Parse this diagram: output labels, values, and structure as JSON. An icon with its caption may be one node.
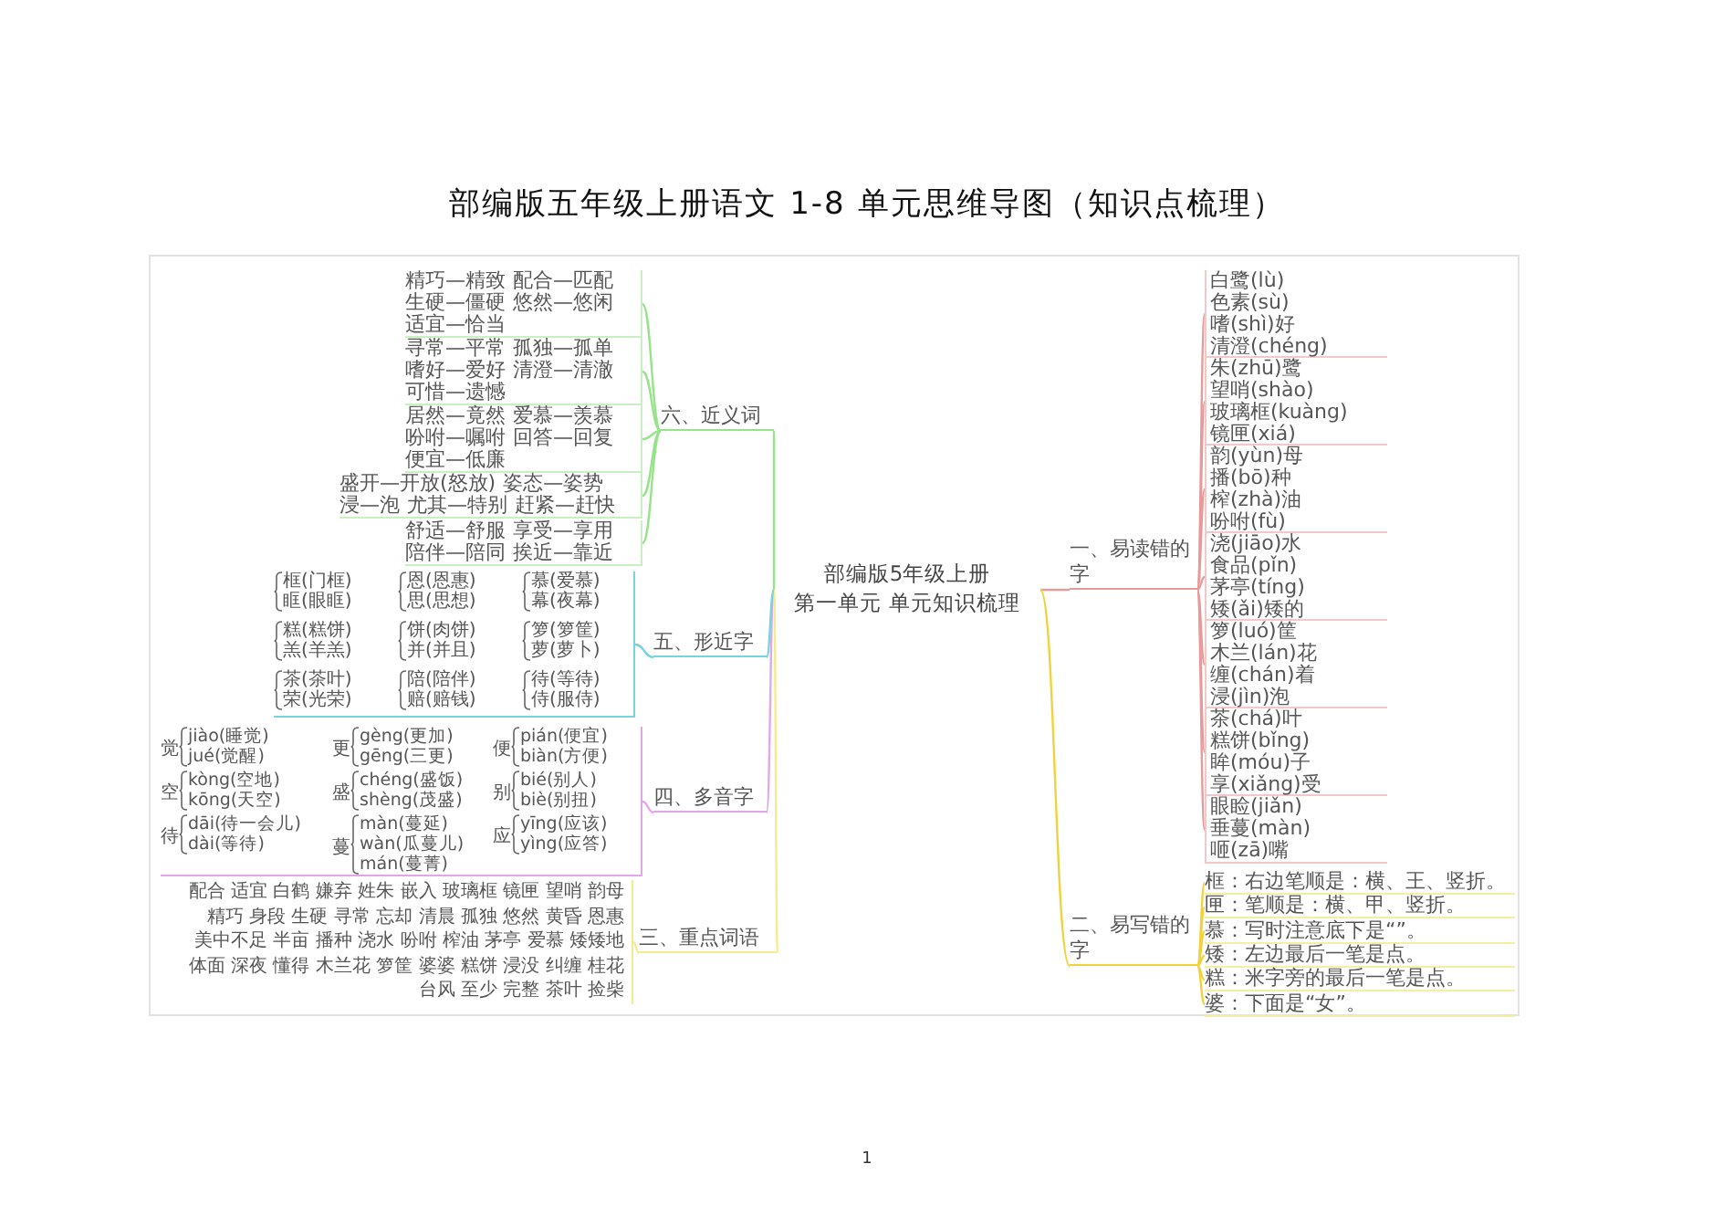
{
  "diagram": {
    "title": "部编版五年级上册语文 1-8 单元思维导图（知识点梳理）",
    "nodes": [
      {
        "text": [
          "部编版5年级上册",
          "第一单元 单元知识梳理"
        ]
      },
      {
        "text": [
          "一、易读错的字"
        ]
      },
      {
        "text": [
          "二、易写错的字"
        ]
      },
      {
        "text": [
          "三、重点词语"
        ]
      },
      {
        "text": [
          "四、多音字"
        ]
      },
      {
        "text": [
          "五、形近字"
        ]
      },
      {
        "text": [
          "六、近义词"
        ]
      },
      {
        "text": [
          "白鹭(lù)",
          "色素(sù)",
          "嗜(shì)好",
          "清澄(chéng)"
        ]
      },
      {
        "text": [
          "朱(zhū)鹭",
          "望哨(shào)",
          "玻璃框(kuàng)",
          "镜匣(xiá)"
        ]
      },
      {
        "text": [
          "韵(yùn)母",
          "播(bō)种",
          "榨(zhà)油",
          "吩咐(fù)"
        ]
      },
      {
        "text": [
          "浇(jiāo)水",
          "食品(pǐn)",
          "茅亭(tíng)",
          "矮(ǎi)矮的"
        ]
      },
      {
        "text": [
          "箩(luó)筐",
          "木兰(lán)花",
          "缠(chán)着",
          "浸(jìn)泡"
        ]
      },
      {
        "text": [
          "茶(chá)叶",
          "糕饼(bǐng)",
          "眸(móu)子",
          "享(xiǎng)受"
        ]
      },
      {
        "text": [
          "眼睑(jiǎn)",
          "垂蔓(màn)",
          "咂(zā)嘴"
        ]
      },
      {
        "text": [
          "框：右边笔顺是：横、王、竖折。"
        ]
      },
      {
        "text": [
          "匣：笔顺是：横、甲、竖折。"
        ]
      },
      {
        "text": [
          "慕：写时注意底下是“”。"
        ]
      },
      {
        "text": [
          "矮：左边最后一笔是点。"
        ]
      },
      {
        "text": [
          "糕：米字旁的最后一笔是点。"
        ]
      },
      {
        "text": [
          "婆：下面是“女”。"
        ]
      },
      {
        "text": [
          "配合 适宜 白鹤 嫌弃 姓朱 嵌入 玻璃框 镜匣 望哨 韵母",
          "精巧 身段 生硬 寻常 忘却 清晨 孤独 悠然 黄昏 恩惠",
          "美中不足 半亩 播种 浇水 吩咐 榨油 茅亭 爱慕 矮矮地",
          "体面 深夜 懂得 木兰花 箩筐 婆婆 糕饼 浸没 纠缠 桂花",
          "台风 至少 完整 茶叶 捡柴"
        ]
      },
      {
        "text": [],
        "shape": "box"
      },
      {
        "text": [
          "觉",
          "jiào(睡觉)",
          "jué(觉醒)"
        ],
        "in": 21
      },
      {
        "text": [
          "更",
          "gèng(更加)",
          "gēng(三更)"
        ],
        "in": 21
      },
      {
        "text": [
          "便",
          "pián(便宜)",
          "biàn(方便)"
        ],
        "in": 21
      },
      {
        "text": [
          "空",
          "kòng(空地)",
          "kōng(天空)"
        ],
        "in": 21
      },
      {
        "text": [
          "盛",
          "chéng(盛饭)",
          "shèng(茂盛)"
        ],
        "in": 21
      },
      {
        "text": [
          "别",
          "bié(别人)",
          "biè(别扭)"
        ],
        "in": 21
      },
      {
        "text": [
          "待",
          "dāi(待一会儿)",
          "dài(等待)"
        ],
        "in": 21
      },
      {
        "text": [
          "蔓",
          "màn(蔓延)",
          "wàn(瓜蔓儿)",
          "mán(蔓菁)"
        ],
        "in": 21
      },
      {
        "text": [
          "应",
          "yīng(应该)",
          "yìng(应答)"
        ],
        "in": 21
      },
      {
        "text": [],
        "shape": "box"
      },
      {
        "text": [
          "框(门框)",
          "眶(眼眶)"
        ],
        "in": 31
      },
      {
        "text": [
          "恩(恩惠)",
          "思(思想)"
        ],
        "in": 31
      },
      {
        "text": [
          "慕(爱慕)",
          "幕(夜幕)"
        ],
        "in": 31
      },
      {
        "text": [
          "糕(糕饼)",
          "羔(羊羔)"
        ],
        "in": 31
      },
      {
        "text": [
          "饼(肉饼)",
          "并(并且)"
        ],
        "in": 31
      },
      {
        "text": [
          "箩(箩筐)",
          "萝(萝卜)"
        ],
        "in": 31
      },
      {
        "text": [
          "茶(茶叶)",
          "荣(光荣)"
        ],
        "in": 31
      },
      {
        "text": [
          "陪(陪伴)",
          "赔(赔钱)"
        ],
        "in": 31
      },
      {
        "text": [
          "待(等待)",
          "侍(服侍)"
        ],
        "in": 31
      },
      {
        "text": [
          "精巧—精致",
          "配合—匹配",
          "生硬—僵硬",
          "悠然—悠闲",
          "适宜—恰当"
        ]
      },
      {
        "text": [
          "寻常—平常",
          "孤独—孤单",
          "嗜好—爱好",
          "清澄—清澈",
          "可惜—遗憾"
        ]
      },
      {
        "text": [
          "居然—竟然",
          "爱慕—羡慕",
          "吩咐—嘱咐",
          "回答—回复",
          "便宜—低廉"
        ]
      },
      {
        "text": [
          "盛开—开放(怒放)",
          "姿态—姿势",
          "浸—泡",
          "尤其—特别",
          "赶紧—赶快"
        ]
      },
      {
        "text": [
          "舒适—舒服",
          "享受—享用",
          "陪伴—陪同",
          "挨近—靠近"
        ]
      }
    ],
    "edges": [
      {
        "from": 0,
        "to": 1,
        "arrow": "none",
        "color": "#e89a9a"
      },
      {
        "from": 0,
        "to": 2,
        "arrow": "none",
        "color": "#f2d23c"
      },
      {
        "from": 0,
        "to": 3,
        "arrow": "none",
        "color": "#f4ec90"
      },
      {
        "from": 0,
        "to": 4,
        "arrow": "none",
        "color": "#e3a6ea"
      },
      {
        "from": 0,
        "to": 5,
        "arrow": "none",
        "color": "#78d3e0"
      },
      {
        "from": 0,
        "to": 6,
        "arrow": "none",
        "color": "#96e38a"
      },
      {
        "from": 1,
        "to": 7,
        "arrow": "none",
        "color": "#e89a9a"
      },
      {
        "from": 1,
        "to": 8,
        "arrow": "none",
        "color": "#e89a9a"
      },
      {
        "from": 1,
        "to": 9,
        "arrow": "none",
        "color": "#e89a9a"
      },
      {
        "from": 1,
        "to": 10,
        "arrow": "none",
        "color": "#e89a9a"
      },
      {
        "from": 1,
        "to": 11,
        "arrow": "none",
        "color": "#e89a9a"
      },
      {
        "from": 1,
        "to": 12,
        "arrow": "none",
        "color": "#e89a9a"
      },
      {
        "from": 1,
        "to": 13,
        "arrow": "none",
        "color": "#e89a9a"
      },
      {
        "from": 2,
        "to": 14,
        "arrow": "none",
        "color": "#f2d23c"
      },
      {
        "from": 2,
        "to": 15,
        "arrow": "none",
        "color": "#f2d23c"
      },
      {
        "from": 2,
        "to": 16,
        "arrow": "none",
        "color": "#f2d23c"
      },
      {
        "from": 2,
        "to": 17,
        "arrow": "none",
        "color": "#f2d23c"
      },
      {
        "from": 2,
        "to": 18,
        "arrow": "none",
        "color": "#f2d23c"
      },
      {
        "from": 2,
        "to": 19,
        "arrow": "none",
        "color": "#f2d23c"
      },
      {
        "from": 3,
        "to": 20,
        "arrow": "none",
        "color": "#f4ec90"
      },
      {
        "from": 4,
        "to": 21,
        "arrow": "none",
        "color": "#e3a6ea"
      },
      {
        "from": 5,
        "to": 31,
        "arrow": "none",
        "color": "#78d3e0"
      },
      {
        "from": 6,
        "to": 41,
        "arrow": "none",
        "color": "#96e38a"
      },
      {
        "from": 6,
        "to": 42,
        "arrow": "none",
        "color": "#96e38a"
      },
      {
        "from": 6,
        "to": 43,
        "arrow": "none",
        "color": "#96e38a"
      },
      {
        "from": 6,
        "to": 44,
        "arrow": "none",
        "color": "#96e38a"
      },
      {
        "from": 6,
        "to": 45,
        "arrow": "none",
        "color": "#96e38a"
      }
    ],
    "labels": [
      "1"
    ]
  }
}
